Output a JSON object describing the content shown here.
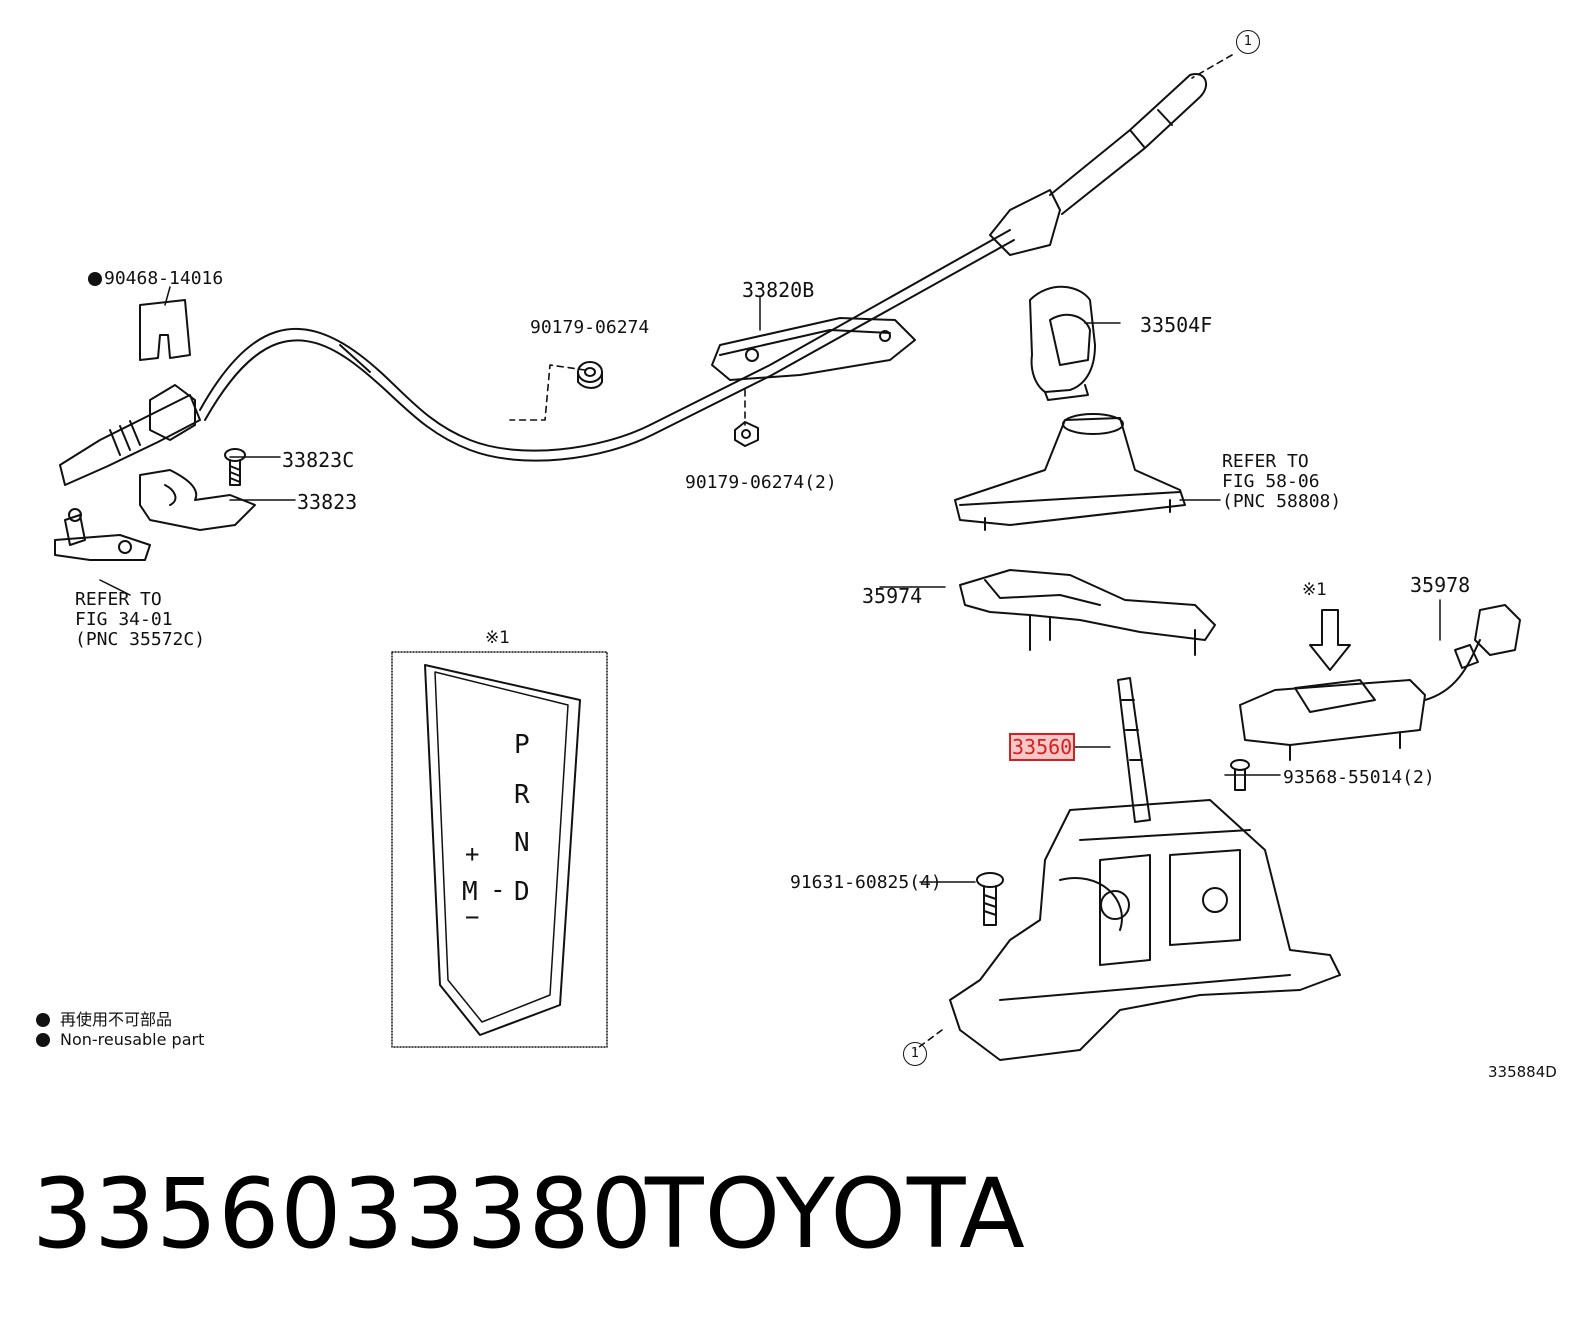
{
  "labels": {
    "p90468": "90468-14016",
    "p90179a": "90179-06274",
    "p33820b": "33820B",
    "p33504f": "33504F",
    "p33823c": "33823C",
    "p33823": "33823",
    "p90179b": "90179-06274(2)",
    "ref58": "REFER TO\nFIG 58-06\n(PNC 58808)",
    "ref34": "REFER TO\nFIG 34-01\n(PNC 35572C)",
    "p35974": "35974",
    "p35978": "35978",
    "p33560": "33560",
    "p93568": "93568-55014(2)",
    "p91631": "91631-60825(4)",
    "note_top": "※1",
    "note_right": "※1",
    "circle_top": "1",
    "circle_bottom": "1"
  },
  "shift_plate": {
    "P": "P",
    "R": "R",
    "N": "N",
    "D": "D",
    "plus": "+",
    "M": "M",
    "dash": "-",
    "minus": "−"
  },
  "legend": {
    "jp": "再使用不可部品",
    "en": "Non-reusable part"
  },
  "diagram_id": "335884D",
  "footer": {
    "part_number": "3356033380",
    "brand": "TOYOTA"
  }
}
